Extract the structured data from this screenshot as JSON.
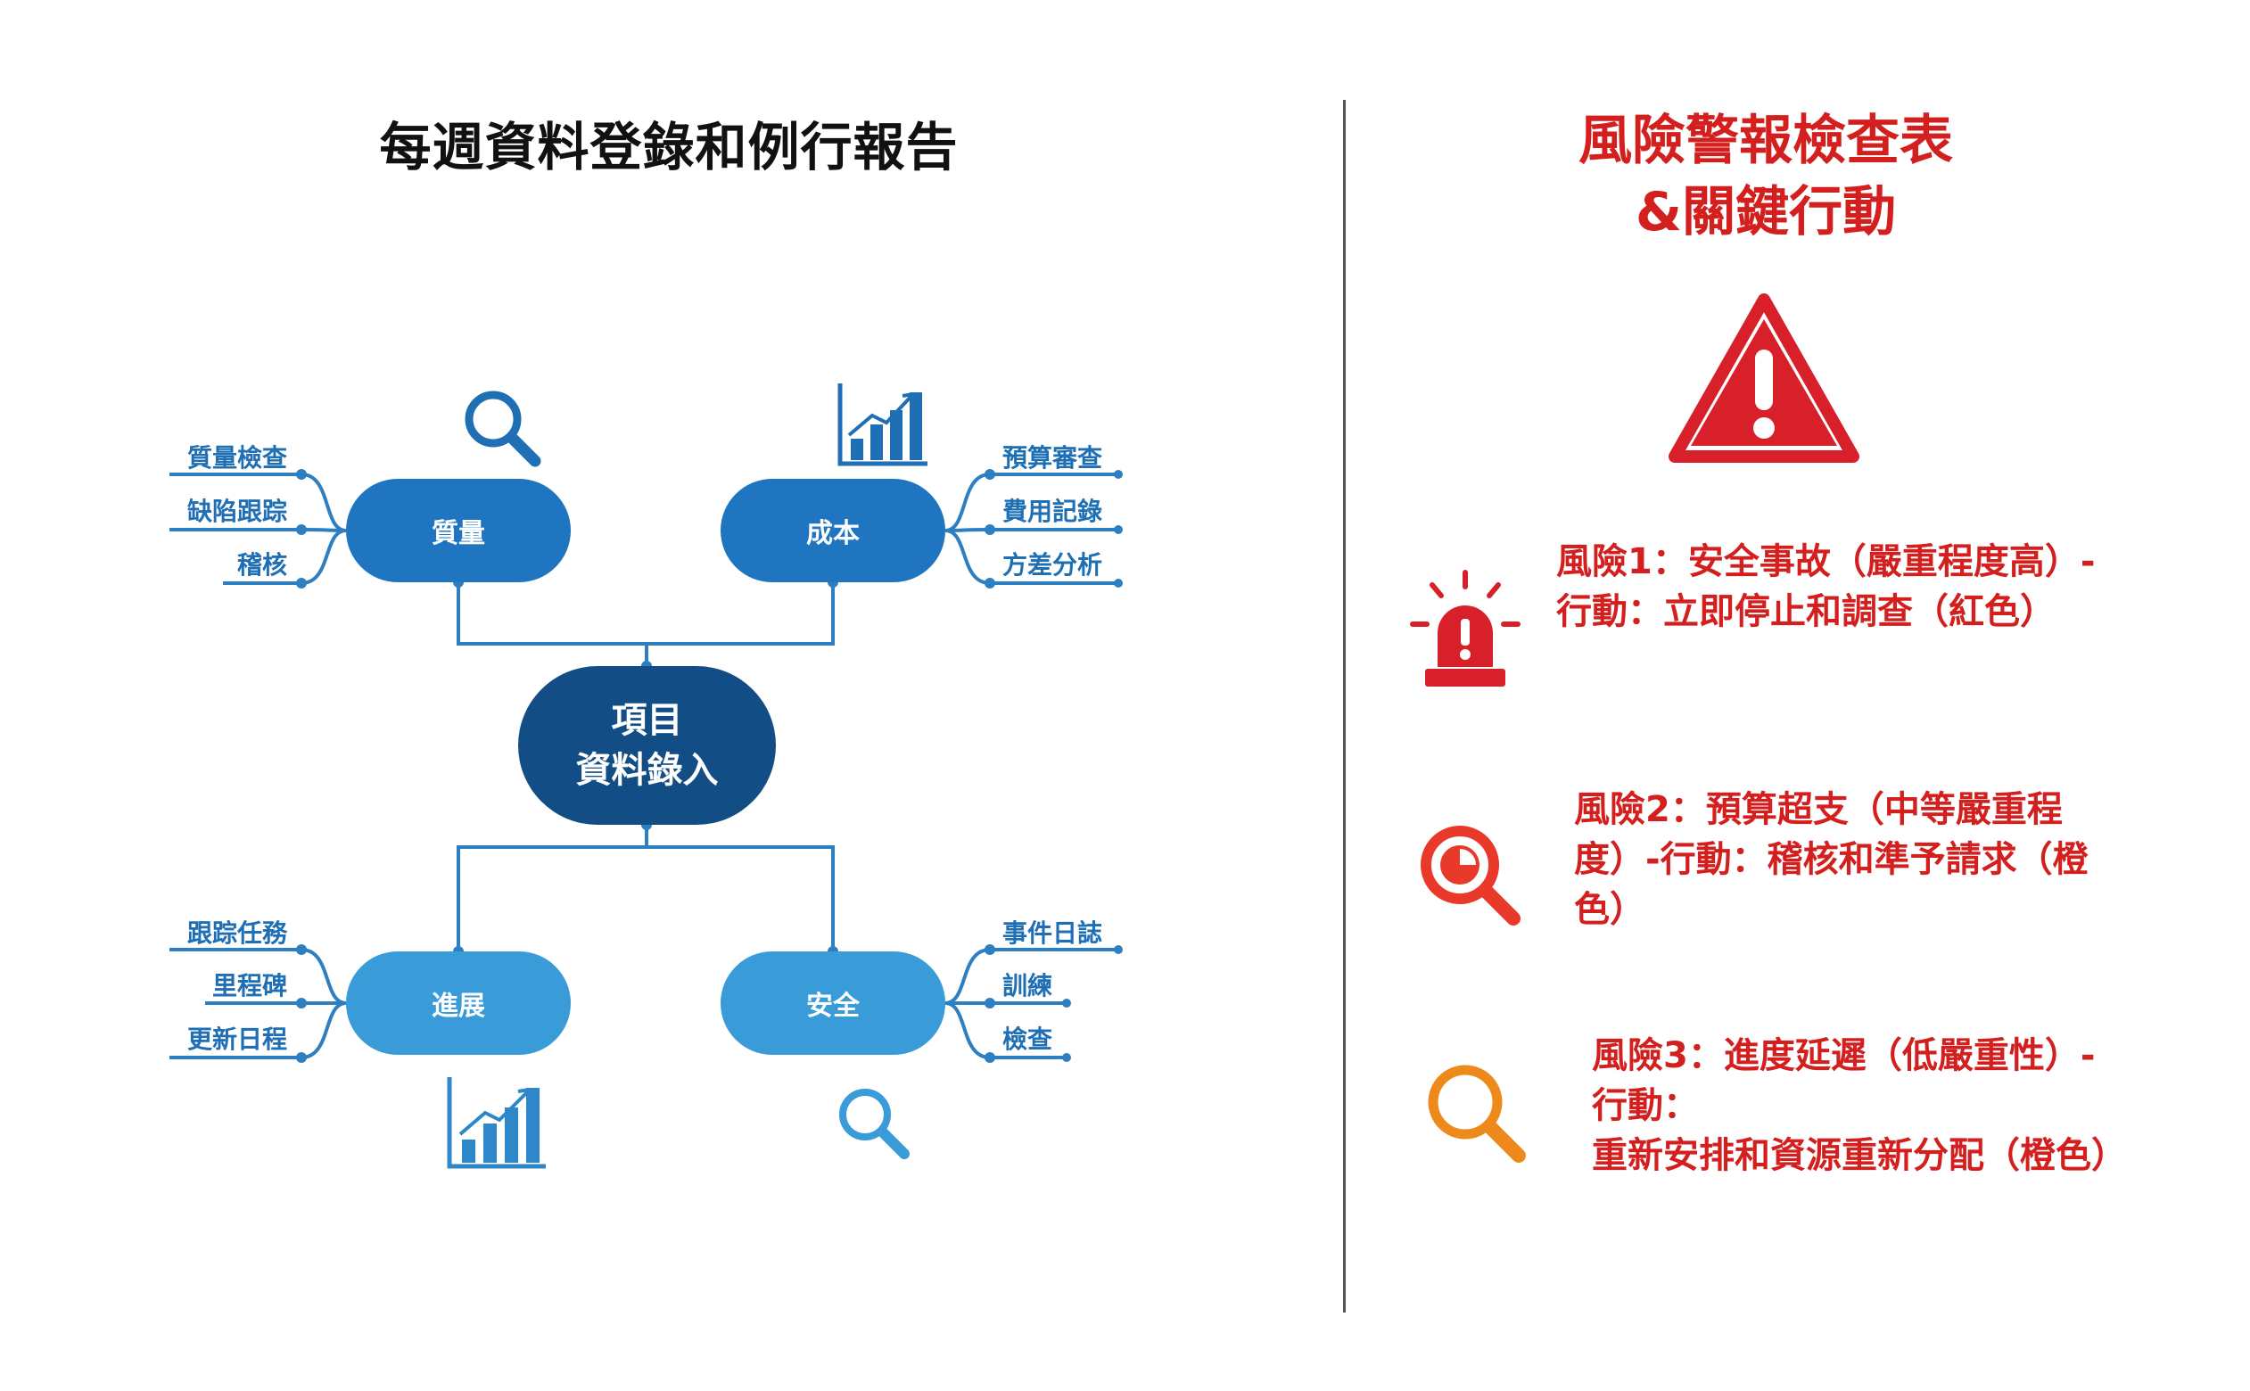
{
  "left_title": "每週資料登錄和例行報告",
  "mindmap": {
    "center": {
      "line1": "項目",
      "line2": "資料錄入"
    },
    "branches": {
      "quality": {
        "label": "質量",
        "leaves": [
          "質量檢查",
          "缺陷跟踪",
          "稽核"
        ]
      },
      "cost": {
        "label": "成本",
        "leaves": [
          "預算審查",
          "費用記錄",
          "方差分析"
        ]
      },
      "progress": {
        "label": "進展",
        "leaves": [
          "跟踪任務",
          "里程碑",
          "更新日程"
        ]
      },
      "safety": {
        "label": "安全",
        "leaves": [
          "事件日誌",
          "訓練",
          "檢查"
        ]
      }
    },
    "colors": {
      "center": "#134d86",
      "top_nodes": "#1f75c0",
      "bottom_nodes": "#3a9bd9",
      "lines": "#2d7fc1"
    },
    "icons": [
      "magnifier-icon",
      "bar-chart-icon",
      "bar-chart-icon",
      "magnifier-icon"
    ]
  },
  "right_title": {
    "line1": "風險警報檢查表",
    "line2": "&關鍵行動"
  },
  "risks": [
    {
      "icon": "siren-icon",
      "text": "風險1：安全事故（嚴重程度高）-行動：立即停止和調查（紅色）"
    },
    {
      "icon": "pie-magnifier-icon",
      "text": "風險2：預算超支（中等嚴重程度）-行動：稽核和準予請求（橙色）"
    },
    {
      "icon": "magnifier-icon",
      "line1": "風險3：進度延遲（低嚴重性）-行動：",
      "line2": "重新安排和資源重新分配（橙色）"
    }
  ],
  "accent_colors": {
    "red": "#d41f1f",
    "orange": "#ee8a1b"
  }
}
